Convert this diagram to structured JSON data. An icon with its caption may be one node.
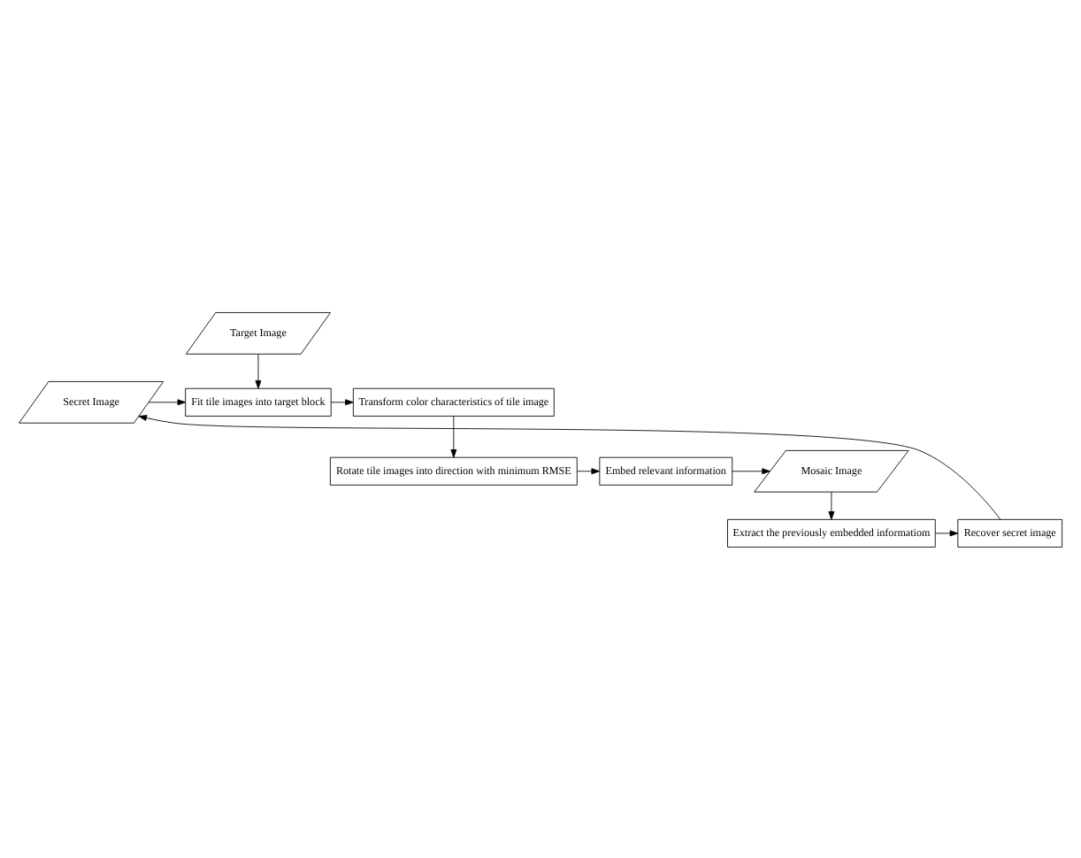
{
  "diagram": {
    "nodes": [
      {
        "text": [
          "Target Image"
        ]
      },
      {
        "text": [
          "Secret Image"
        ]
      },
      {
        "text": [
          "Fit tile images into target block"
        ]
      },
      {
        "text": [
          "Transform color characteristics of tile image"
        ]
      },
      {
        "text": [
          "Rotate tile images into direction with minimum RMSE"
        ]
      },
      {
        "text": [
          "Embed relevant information"
        ]
      },
      {
        "text": [
          "Mosaic Image"
        ]
      },
      {
        "text": [
          "Extract the previously embedded informatiom"
        ]
      },
      {
        "text": [
          "Recover secret image"
        ]
      }
    ],
    "edges": [
      {
        "from": 0,
        "to": 2,
        "arrow": "to"
      },
      {
        "from": 1,
        "to": 2,
        "arrow": "to"
      },
      {
        "from": 2,
        "to": 3,
        "arrow": "to"
      },
      {
        "from": 3,
        "to": 4,
        "arrow": "to"
      },
      {
        "from": 4,
        "to": 5,
        "arrow": "to"
      },
      {
        "from": 5,
        "to": 6,
        "arrow": "to"
      },
      {
        "from": 6,
        "to": 7,
        "arrow": "to"
      },
      {
        "from": 7,
        "to": 8,
        "arrow": "to"
      },
      {
        "from": 8,
        "to": 1,
        "arrow": "to"
      }
    ]
  }
}
